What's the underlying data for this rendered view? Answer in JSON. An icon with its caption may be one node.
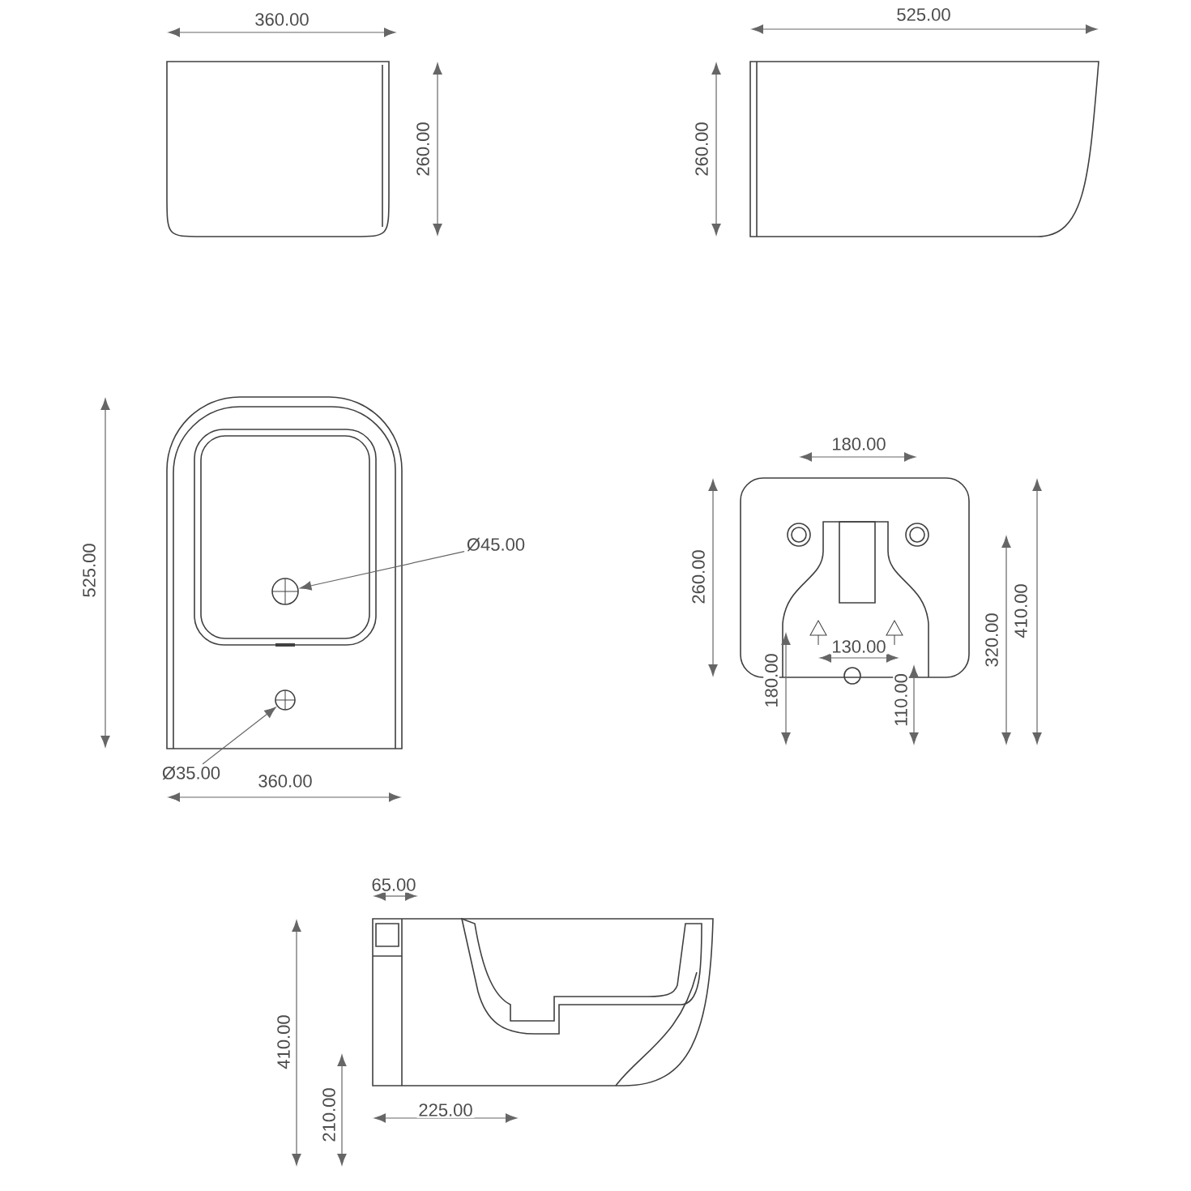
{
  "diagram": {
    "nodes": [
      {
        "text": [
          "Ø45.00"
        ]
      },
      {
        "text": [],
        "shape": "circle"
      },
      {
        "text": [
          "Ø35.00"
        ]
      },
      {
        "text": [],
        "shape": "circle"
      }
    ],
    "edges": [
      {
        "from": 0,
        "to": 1,
        "arrow": "to"
      },
      {
        "from": 2,
        "to": 3,
        "arrow": "to"
      }
    ],
    "labels": [
      "360.00",
      "260.00",
      "525.00",
      "260.00",
      "525.00",
      "360.00",
      "180.00",
      "260.00",
      "410.00",
      "130.00",
      "320.00",
      "180.00",
      "110.00",
      "65.00",
      "410.00",
      "210.00",
      "225.00"
    ]
  }
}
